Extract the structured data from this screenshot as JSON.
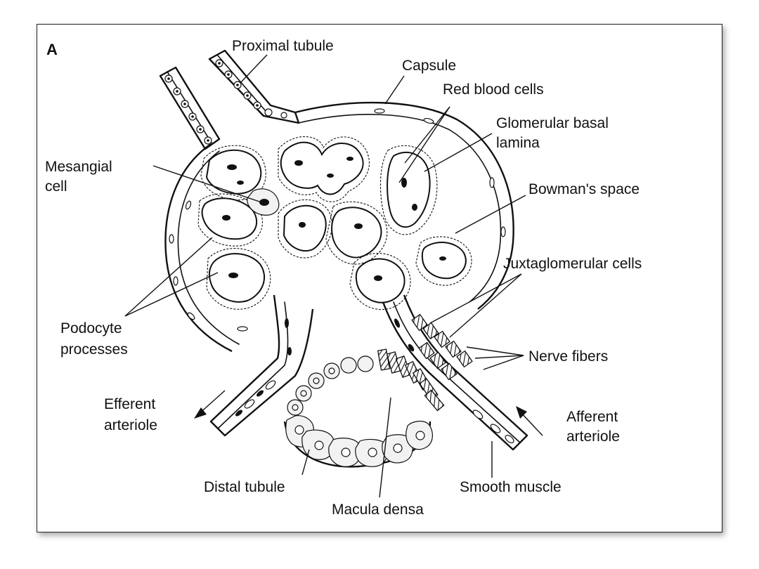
{
  "figure": {
    "panel_letter": "A",
    "labels": {
      "proximal_tubule": "Proximal tubule",
      "capsule": "Capsule",
      "red_blood_cells": "Red blood cells",
      "glomerular_basal_lamina_1": "Glomerular basal",
      "glomerular_basal_lamina_2": "lamina",
      "mesangial_cell_1": "Mesangial",
      "mesangial_cell_2": "cell",
      "bowmans_space": "Bowman's space",
      "juxtaglomerular_cells": "Juxtaglomerular cells",
      "podocyte_processes_1": "Podocyte",
      "podocyte_processes_2": "processes",
      "nerve_fibers": "Nerve fibers",
      "efferent_arteriole_1": "Efferent",
      "efferent_arteriole_2": "arteriole",
      "afferent_arteriole_1": "Afferent",
      "afferent_arteriole_2": "arteriole",
      "distal_tubule": "Distal tubule",
      "smooth_muscle": "Smooth muscle",
      "macula_densa": "Macula densa"
    }
  }
}
